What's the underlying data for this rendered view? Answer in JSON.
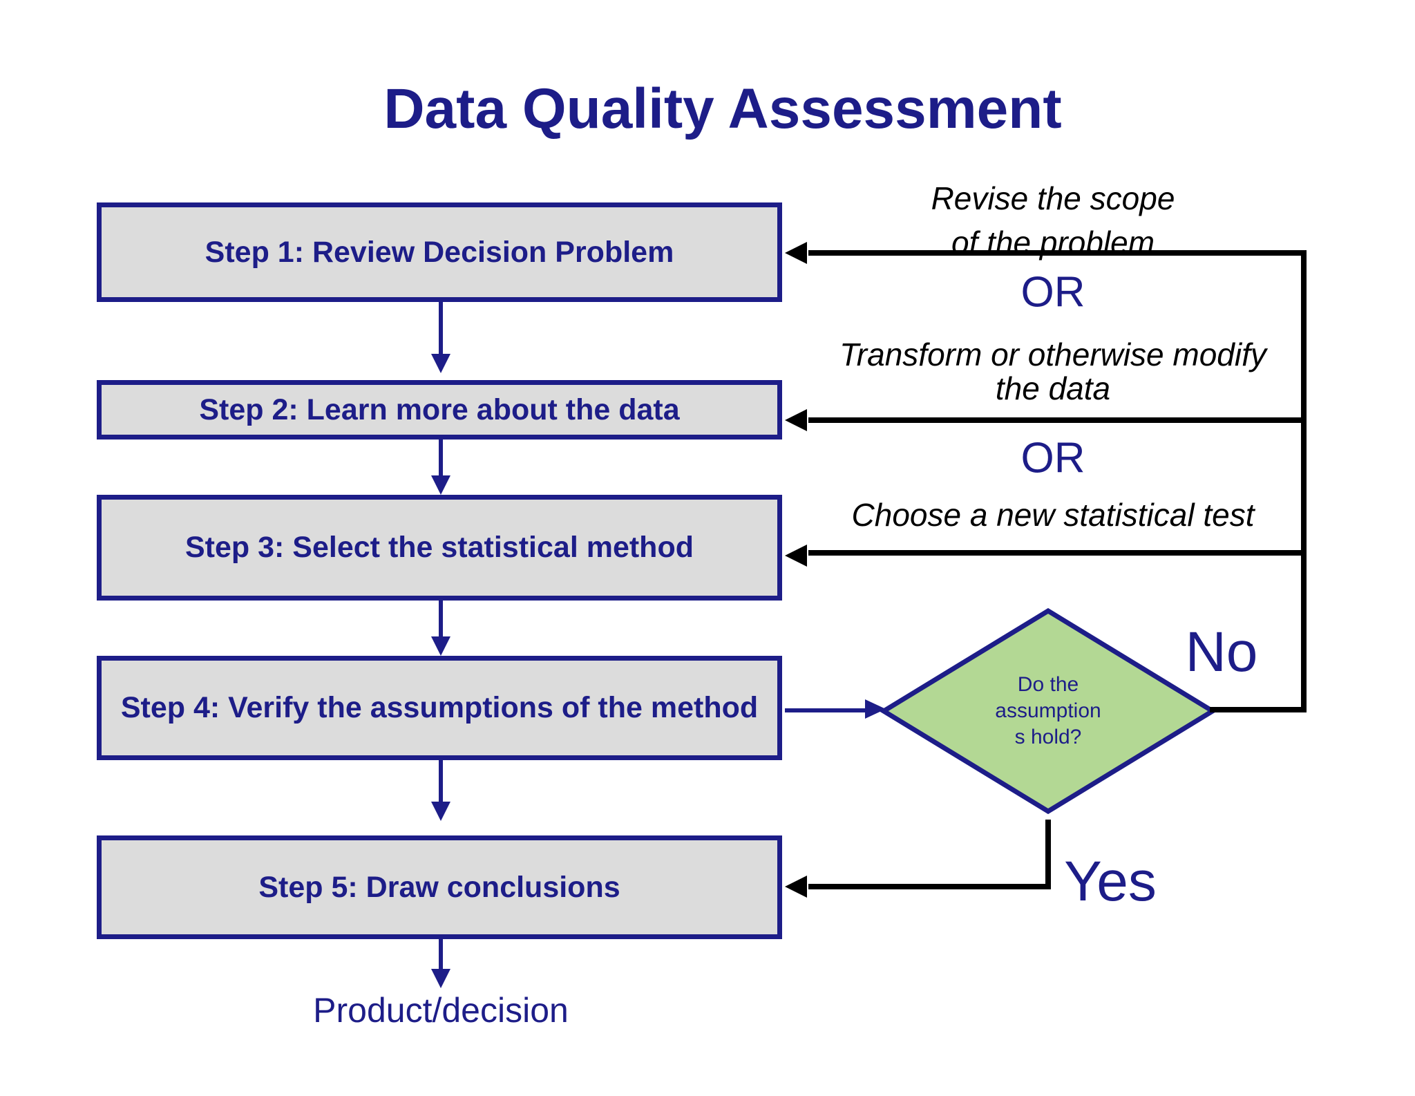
{
  "title": "Data Quality Assessment",
  "colors": {
    "navy": "#1d1d88",
    "ink": "#000000",
    "box_fill": "#dcdcdc",
    "diamond_fill": "#b3d894",
    "bg": "#ffffff"
  },
  "steps": [
    {
      "label": "Step 1: Review Decision Problem"
    },
    {
      "label": "Step 2: Learn more about the data"
    },
    {
      "label": "Step 3: Select the statistical method"
    },
    {
      "label": "Step 4: Verify the assumptions of the method"
    },
    {
      "label": "Step 5: Draw conclusions"
    }
  ],
  "decision": {
    "line1": "Do the",
    "line2": "assumption",
    "line3": "s hold?",
    "no_label": "No",
    "yes_label": "Yes"
  },
  "feedback": {
    "revise_line1": "Revise the scope",
    "revise_line2": "of the problem",
    "or_first": "OR",
    "transform_line1": "Transform or otherwise modify",
    "transform_line2": "the data",
    "or_second": "OR",
    "choose": "Choose a new statistical test"
  },
  "output_label": "Product/decision"
}
